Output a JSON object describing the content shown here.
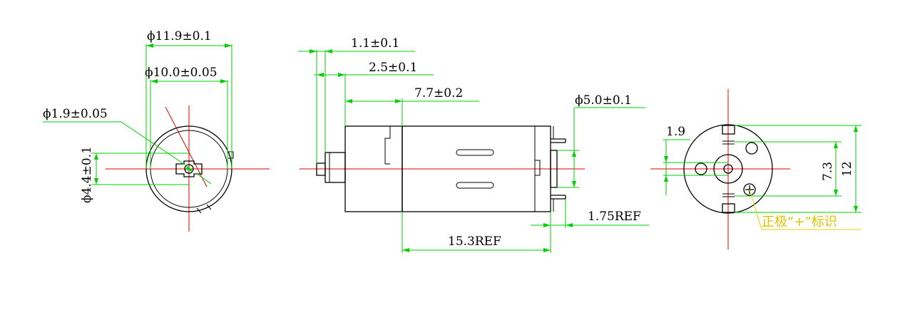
{
  "colors": {
    "outline": "#000000",
    "dimension": "#00d000",
    "centerline": "#e00000",
    "leader": "#e8d000"
  },
  "front_view": {
    "dim_outer_diameter": "ϕ11.9±0.1",
    "dim_inner_diameter": "ϕ10.0±0.05",
    "dim_shaft_diameter": "ϕ1.9±0.05",
    "dim_boss_diameter": "ϕ4.4±0.1"
  },
  "side_view": {
    "dim_shaft_length": "1.1±0.1",
    "dim_boss_length": "2.5±0.1",
    "dim_gearbox_length": "7.7±0.2",
    "dim_terminal_spacing": "ϕ5.0±0.1",
    "dim_body_length": "15.3REF",
    "dim_terminal_length": "1.75REF"
  },
  "rear_view": {
    "dim_offset": "1.9",
    "dim_terminal_pitch": "7.3",
    "dim_height": "12",
    "positive_mark_note": "正极“+”标识"
  }
}
